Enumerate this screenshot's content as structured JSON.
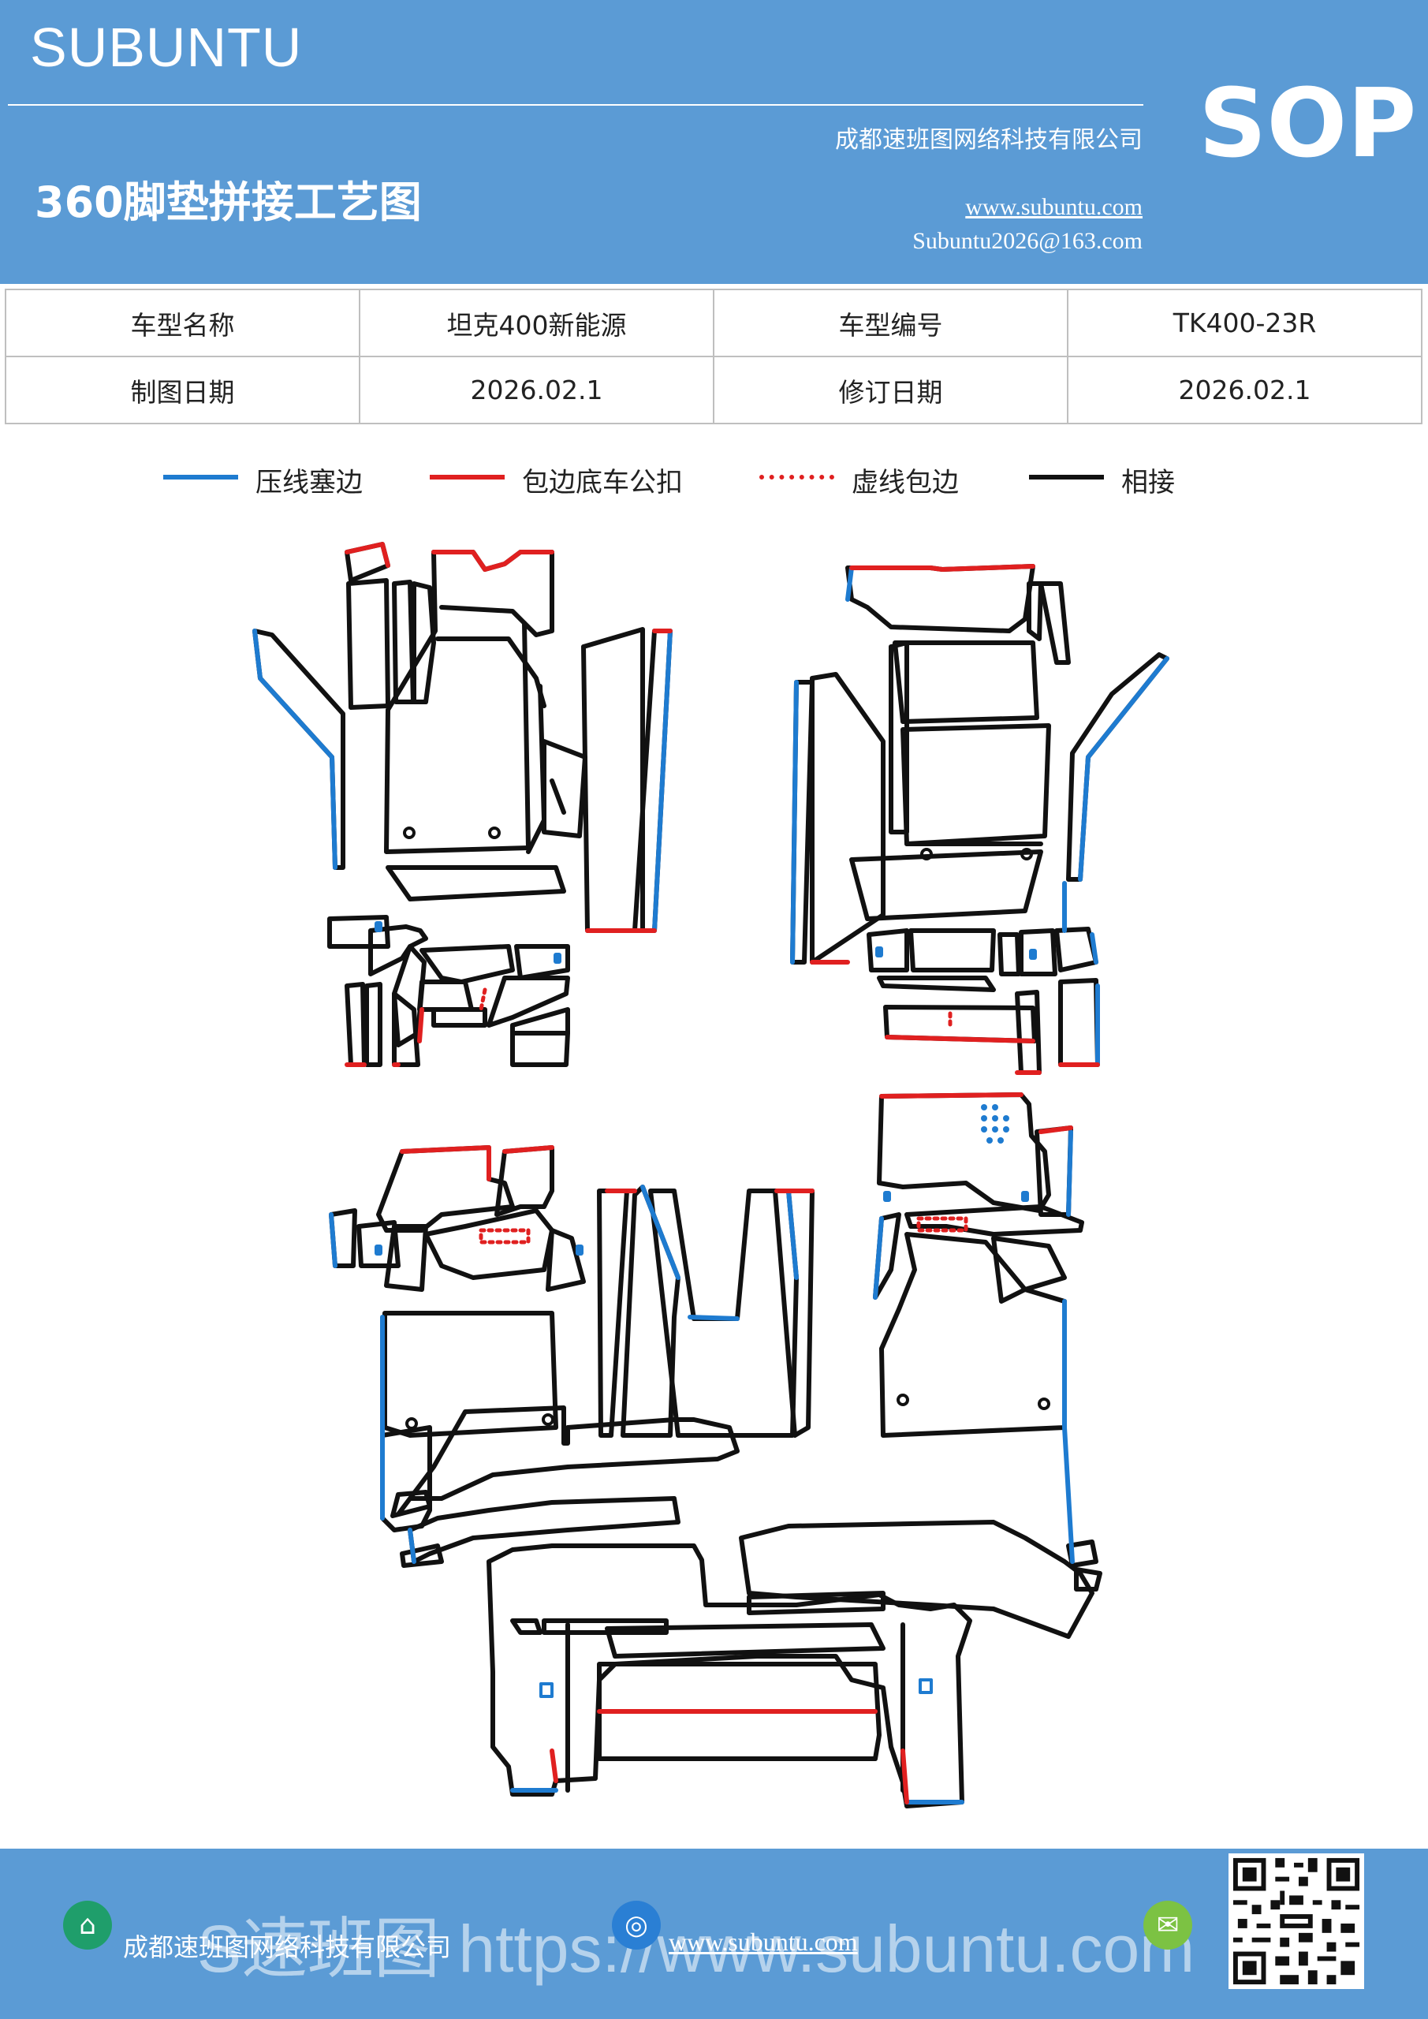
{
  "header": {
    "brand": "SUBUNTU",
    "title": "360脚垫拼接工艺图",
    "company": "成都速班图网络科技有限公司",
    "website": "www.subuntu.com",
    "email": "Subuntu2026@163.com",
    "badge": "SOP"
  },
  "info_table": {
    "rows": [
      [
        "车型名称",
        "坦克400新能源",
        "车型编号",
        "TK400-23R"
      ],
      [
        "制图日期",
        "2026.02.1",
        "修订日期",
        "2026.02.1"
      ]
    ]
  },
  "legend": {
    "items": [
      {
        "label": "压线塞边",
        "color": "#1e7bd0",
        "style": "solid"
      },
      {
        "label": "包边底车公扣",
        "color": "#e02020",
        "style": "solid"
      },
      {
        "label": "虚线包边",
        "color": "#e02020",
        "style": "dotted"
      },
      {
        "label": "相接",
        "color": "#111111",
        "style": "solid"
      }
    ]
  },
  "colors": {
    "header_bg": "#5b9bd5",
    "edge_pressed": "#1e7bd0",
    "edge_wrapped": "#e02020",
    "edge_joined": "#111111"
  },
  "footer": {
    "company": "成都速班图网络科技有限公司",
    "website": "www.subuntu.com",
    "watermark": "S速班图 https://www.subuntu.com",
    "icons": [
      "building-icon",
      "globe-icon",
      "wechat-icon"
    ]
  }
}
